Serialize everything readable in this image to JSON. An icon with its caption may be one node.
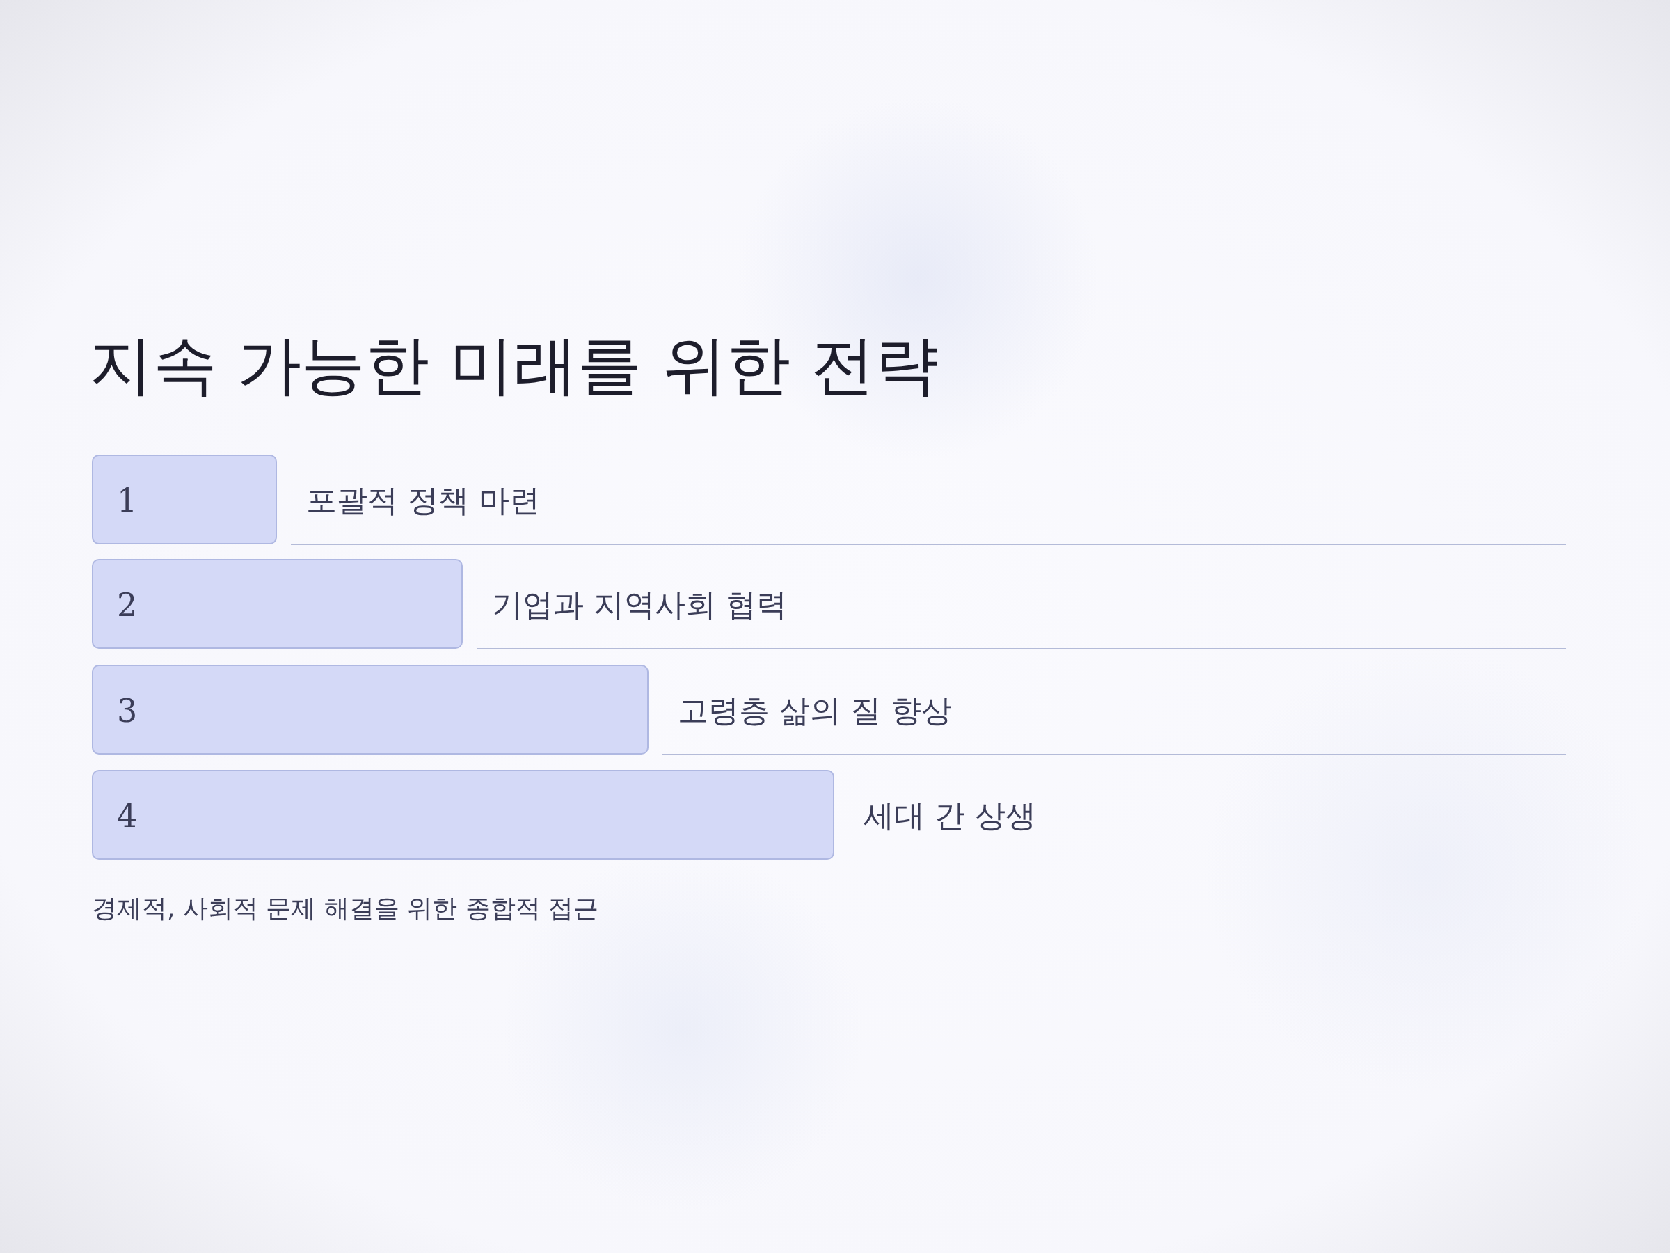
{
  "diagram": {
    "title": "지속 가능한 미래를 위한 전략",
    "nodes": [
      {
        "text": [
          "1"
        ],
        "beside": [
          "포괄적 정책 마련"
        ]
      },
      {
        "text": [
          "2"
        ],
        "beside": [
          "기업과 지역사회 협력"
        ]
      },
      {
        "text": [
          "3"
        ],
        "beside": [
          "고령층 삶의 질 향상"
        ]
      },
      {
        "text": [
          "4"
        ],
        "beside": [
          "세대 간 상생"
        ]
      }
    ],
    "caption": "경제적, 사회적 문제 해결을 위한 종합적 접근"
  }
}
